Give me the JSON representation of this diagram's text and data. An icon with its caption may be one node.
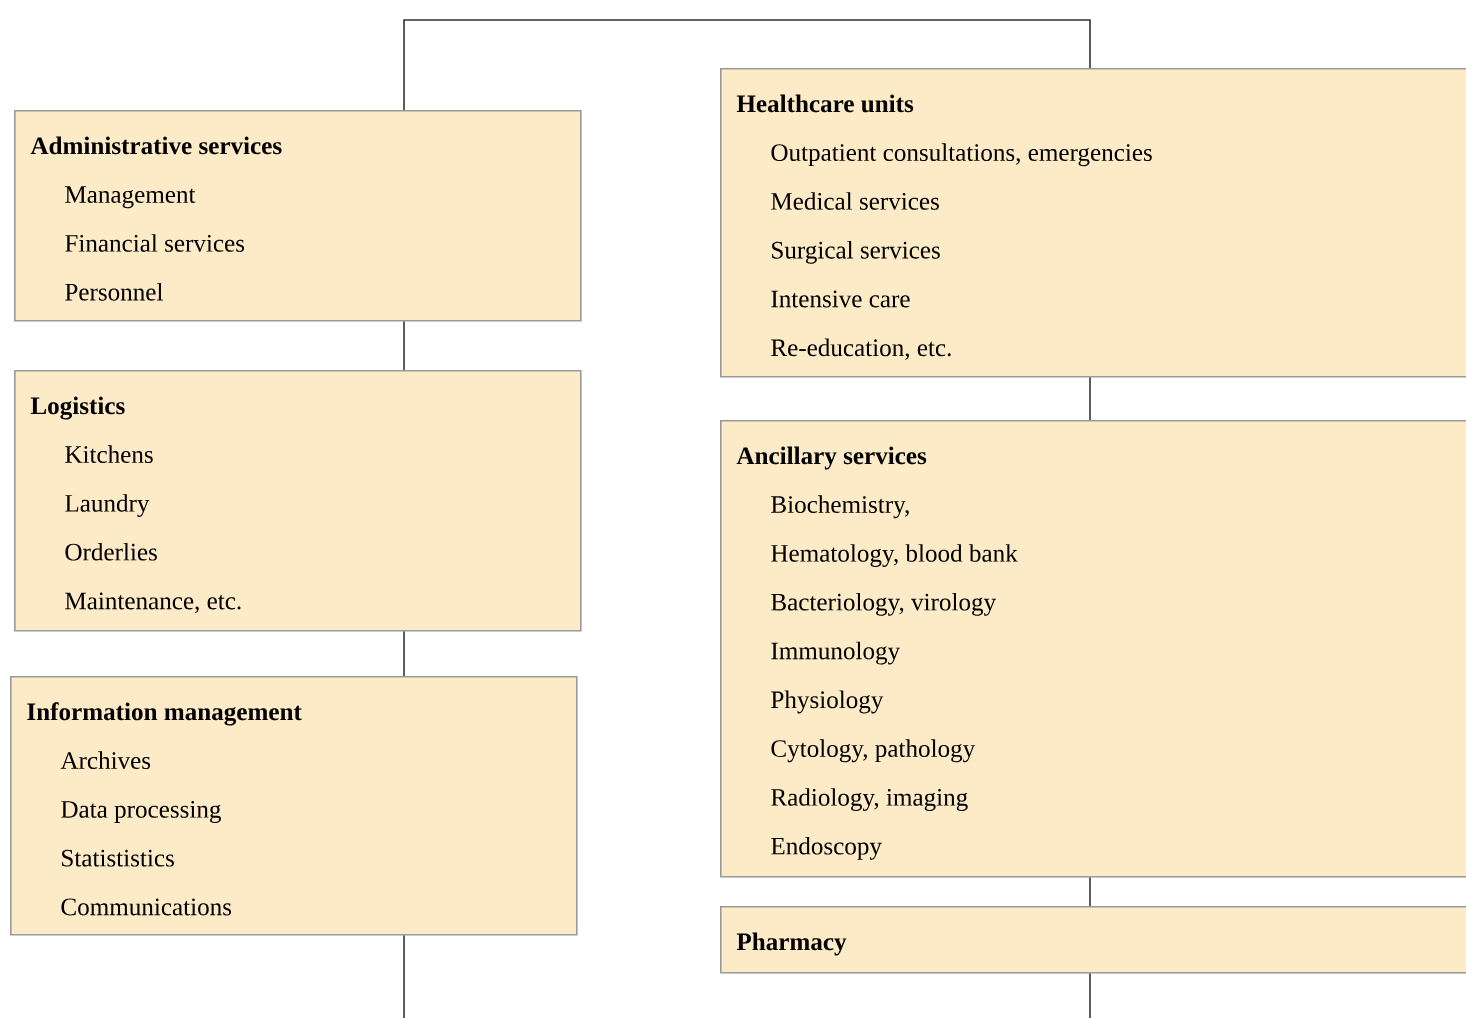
{
  "diagram": {
    "nodes": [
      {
        "text": [
          "Administrative services",
          "Management",
          "Financial services",
          "Personnel"
        ]
      },
      {
        "text": [
          "Logistics",
          "Kitchens",
          "Laundry",
          "Orderlies",
          "Maintenance, etc."
        ]
      },
      {
        "text": [
          "Information management",
          "Archives",
          "Data processing",
          "Statististics",
          "Communications"
        ]
      },
      {
        "text": [
          "Healthcare units",
          "Outpatient consultations, emergencies",
          "Medical services",
          "Surgical services",
          "Intensive care",
          "Re-education, etc."
        ]
      },
      {
        "text": [
          "Ancillary services",
          "Biochemistry,",
          "Hematology, blood bank",
          "Bacteriology, virology",
          "Immunology",
          "Physiology",
          "Cytology, pathology",
          "Radiology, imaging",
          "Endoscopy"
        ]
      },
      {
        "text": [
          "Pharmacy"
        ]
      }
    ],
    "edges": [
      {
        "from": 0,
        "to": 3,
        "arrow": "none"
      },
      {
        "from": 0,
        "to": 1,
        "arrow": "none"
      },
      {
        "from": 1,
        "to": 2,
        "arrow": "none"
      },
      {
        "from": 2,
        "to": null,
        "arrow": "none"
      },
      {
        "from": 3,
        "to": 4,
        "arrow": "none"
      },
      {
        "from": 4,
        "to": 5,
        "arrow": "none"
      },
      {
        "from": 5,
        "to": null,
        "arrow": "none"
      }
    ]
  }
}
